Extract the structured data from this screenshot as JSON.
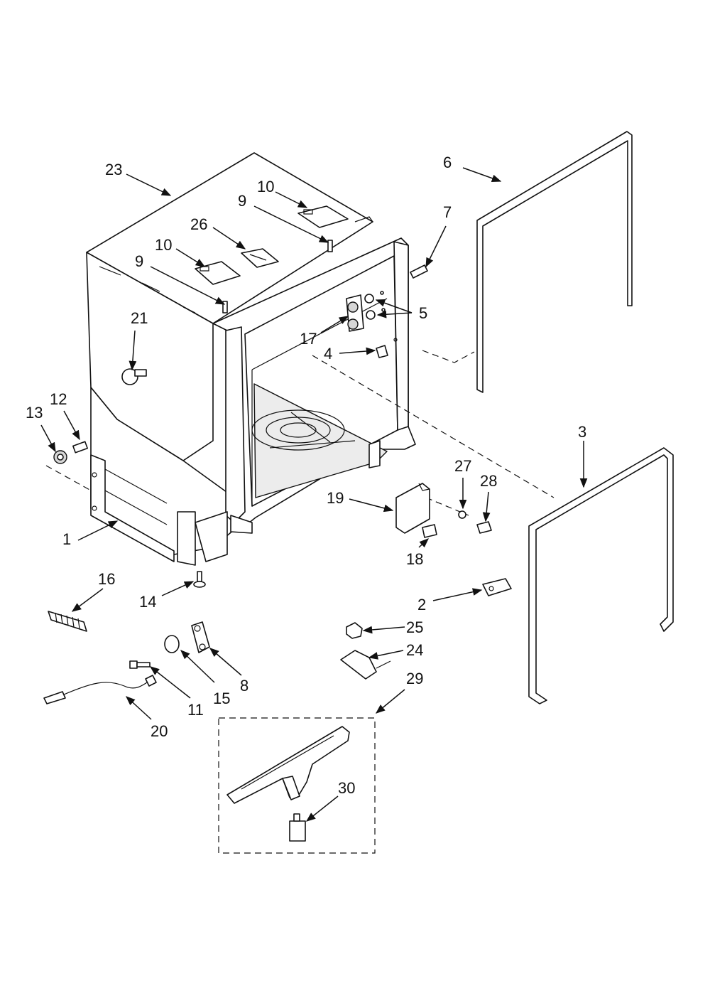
{
  "callouts": {
    "c1": "1",
    "c2": "2",
    "c3": "3",
    "c4": "4",
    "c5": "5",
    "c6": "6",
    "c7": "7",
    "c8": "8",
    "c9a": "9",
    "c9b": "9",
    "c10a": "10",
    "c10b": "10",
    "c11": "11",
    "c12": "12",
    "c13": "13",
    "c14": "14",
    "c15": "15",
    "c16": "16",
    "c17": "17",
    "c18": "18",
    "c19": "19",
    "c20": "20",
    "c21": "21",
    "c23": "23",
    "c24": "24",
    "c25": "25",
    "c26": "26",
    "c27": "27",
    "c28": "28",
    "c29": "29",
    "c30": "30"
  }
}
